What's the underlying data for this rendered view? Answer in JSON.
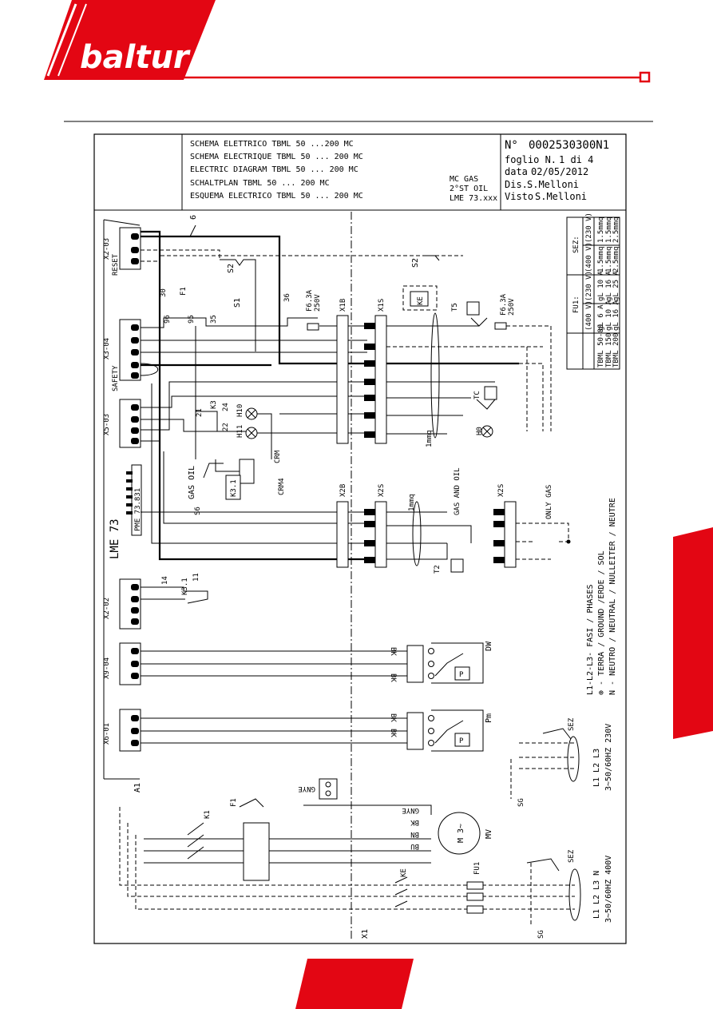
{
  "brand": {
    "logo_text": "baltur",
    "accent_color": "#e30613"
  },
  "title_block": {
    "titles": [
      "SCHEMA ELETTRICO TBML 50 ...200 MC",
      "SCHEMA ELECTRIQUE TBML 50 ... 200 MC",
      "ELECTRIC DIAGRAM TBML 50 ... 200 MC",
      "SCHALTPLAN TBML 50 ... 200 MC",
      "ESQUEMA ELECTRICO TBML 50 ... 200 MC"
    ],
    "variant": [
      "MC GAS",
      "2°ST OIL",
      "LME 73.xxx"
    ],
    "number_label": "N°",
    "number_value": "0002530300N1",
    "sheet_label": "foglio N.",
    "sheet_value": "1 di 4",
    "date_label": "data",
    "date_value": "02/05/2012",
    "drawn_label": "Dis.",
    "drawn_value": "S.Melloni",
    "checked_label": "Visto",
    "checked_value": "S.Melloni"
  },
  "fuse_table": {
    "fu1_label": "FU1:",
    "sez_label": "SEZ:",
    "col_400": "(400 V)",
    "col_230": "(230 V)",
    "models": [
      "TBML 50-80",
      "TBML 150",
      "TBML 200"
    ],
    "fu1_400": [
      "gL 6 A",
      "gL 10 A",
      "gL 16 A"
    ],
    "fu1_230": [
      "gL 10 A",
      "gL 16 A",
      "gL 25 A"
    ],
    "sez_400": [
      "1.5mmq",
      "1.5mmq",
      "2.5mmq"
    ],
    "sez_230": [
      "1.5mmq",
      "1.5mmq",
      "2.5mmq"
    ]
  },
  "connectors": {
    "x2_03": "X2-03",
    "reset": "RESET",
    "x3_04": "X3-04",
    "safety": "SAFETY",
    "x5_03": "X5-03",
    "x2_02": "X2-02",
    "x9_04": "X9-04",
    "x6_01": "X6-01",
    "a1": "A1",
    "lme": "LME 73",
    "pme": "PME 73.831",
    "x1b": "X1B",
    "x1s": "X1S",
    "x2b": "X2B",
    "x2s_1": "X2S",
    "x2s_2": "X2S",
    "x1": "X1"
  },
  "labels": {
    "f1": "F1",
    "s1": "S1",
    "s2": "S2",
    "s6": "S6",
    "k3": "K3",
    "k31": "K3.1",
    "h10": "H10",
    "h11": "H11",
    "h0": "H0",
    "crm": "CRM",
    "crm4": "CRM4",
    "gas_oil": "GAS OIL",
    "ke": "KE",
    "t5": "T5",
    "tc": "TC",
    "t2": "T2",
    "fuse_a": "F6.3A",
    "fuse_v": "250V",
    "mmq": "1mmq",
    "gas_and_oil": "GAS AND OIL",
    "only_gas": "ONLY GAS",
    "dw": "DW",
    "pm": "Pm",
    "p": "P",
    "bk": "BK",
    "bn": "BN",
    "bu": "BU",
    "gnye": "GNYE",
    "k1": "K1",
    "f1b": "F1",
    "mv": "MV",
    "motor": "M 3~",
    "fu1": "FU1",
    "sez": "SEZ",
    "sg": "SG",
    "supply_400": "3~50/60HZ 400V",
    "supply_230": "3~50/60HZ 230V",
    "l123n": "L1 L2 L3 N",
    "l123": "L1 L2 L3",
    "legend_1": "L1-L2-L3- FASI / PHASES",
    "legend_2": "⊕ - TERRA / GROUND /ERDE / SOL",
    "legend_3": "N - NEUTRO / NEUTRAL / NULLEITER / NEUTRE",
    "wire_6": "6",
    "wire_30": "30",
    "wire_36": "36",
    "wire_35": "35",
    "wire_96": "96",
    "wire_95": "95",
    "wire_21": "21",
    "wire_22": "22",
    "wire_24": "24",
    "wire_14": "14",
    "wire_11": "11"
  }
}
